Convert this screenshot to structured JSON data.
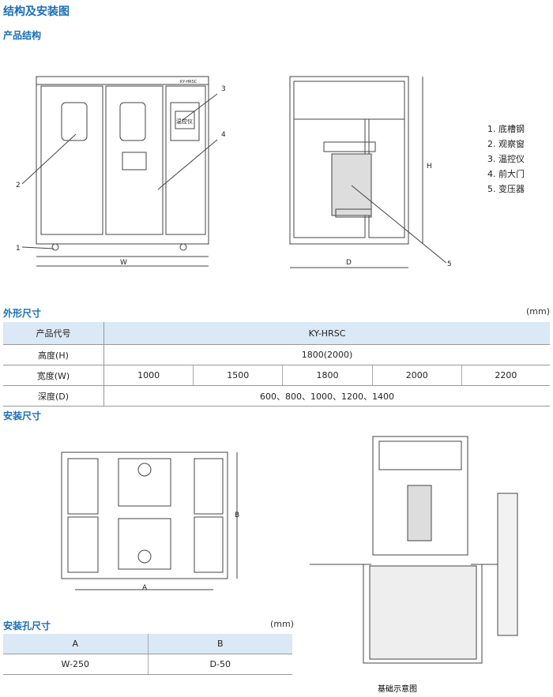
{
  "title": "结构及安装图",
  "structure": {
    "heading": "产品结构",
    "callouts": [
      "1",
      "2",
      "3",
      "4",
      "5"
    ],
    "dim_w": "W",
    "dim_d": "D",
    "dim_h": "H",
    "thermostat_label": "温控仪",
    "nameplate": "KY-HRSC",
    "legend": [
      "1. 底槽钢",
      "2. 观察窗",
      "3. 温控仪",
      "4. 前大门",
      "5. 变压器"
    ]
  },
  "dimensions": {
    "heading": "外形尺寸",
    "unit": "(mm)",
    "rows": [
      {
        "label": "产品代号",
        "value": "KY-HRSC"
      },
      {
        "label": "高度(H)",
        "value": "1800(2000)"
      },
      {
        "label": "宽度(W)",
        "values": [
          "1000",
          "1500",
          "1800",
          "2000",
          "2200"
        ]
      },
      {
        "label": "深度(D)",
        "value": "600、800、1000、1200、1400"
      }
    ]
  },
  "install": {
    "heading": "安装尺寸",
    "dim_a": "A",
    "dim_b": "B",
    "foundation_caption": "基础示意图"
  },
  "holes": {
    "heading": "安装孔尺寸",
    "unit": "(mm)",
    "headers": [
      "A",
      "B"
    ],
    "values": [
      "W-250",
      "D-50"
    ]
  }
}
